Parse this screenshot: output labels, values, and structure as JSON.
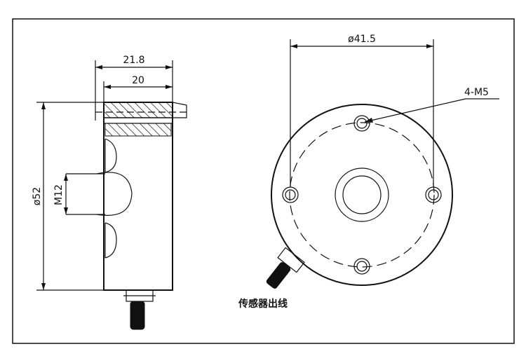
{
  "side_view": {
    "dim_total_width": "21.8",
    "dim_body_width": "20",
    "dim_diameter": "ø52",
    "dim_thread": "M12"
  },
  "front_view": {
    "dim_bolt_circle": "ø41.5",
    "hole_callout": "4-M5",
    "cable_label": "传感器出线"
  }
}
